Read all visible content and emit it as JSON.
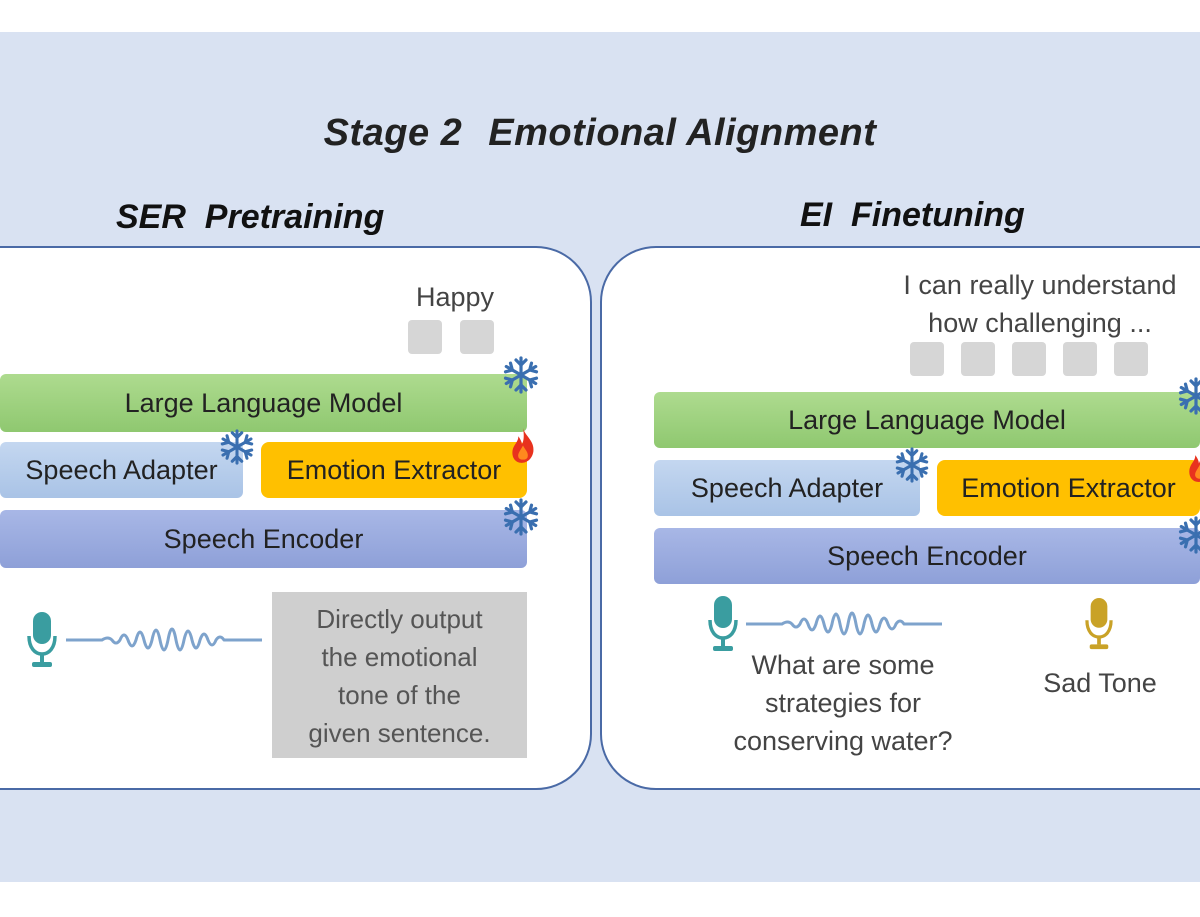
{
  "stage": {
    "number": "Stage 2",
    "name": "Emotional Alignment"
  },
  "left": {
    "title": "SER  Pretraining",
    "output_text": "Happy",
    "llm_label": "Large Language Model",
    "adapter_label": "Speech Adapter",
    "extractor_label": "Emotion Extractor",
    "encoder_label": "Speech Encoder",
    "prompt_lines": [
      "Directly output",
      "the emotional",
      "tone of the",
      "given sentence."
    ]
  },
  "right": {
    "title": "EI  Finetuning",
    "output_lines": [
      "I can really understand",
      "how challenging ..."
    ],
    "llm_label": "Large Language Model",
    "adapter_label": "Speech Adapter",
    "extractor_label": "Emotion Extractor",
    "encoder_label": "Speech Encoder",
    "question_lines": [
      "What are some",
      "strategies for",
      "conserving water?"
    ],
    "tone_label": "Sad Tone"
  },
  "colors": {
    "frozen": "#3a6fb0",
    "trainable": "#e8321e",
    "mic_teal": "#3a9da0",
    "mic_gold": "#c9a227",
    "wave": "#7ea3cc"
  },
  "icons": [
    "snowflake-icon",
    "fire-icon",
    "microphone-icon",
    "waveform-icon"
  ]
}
